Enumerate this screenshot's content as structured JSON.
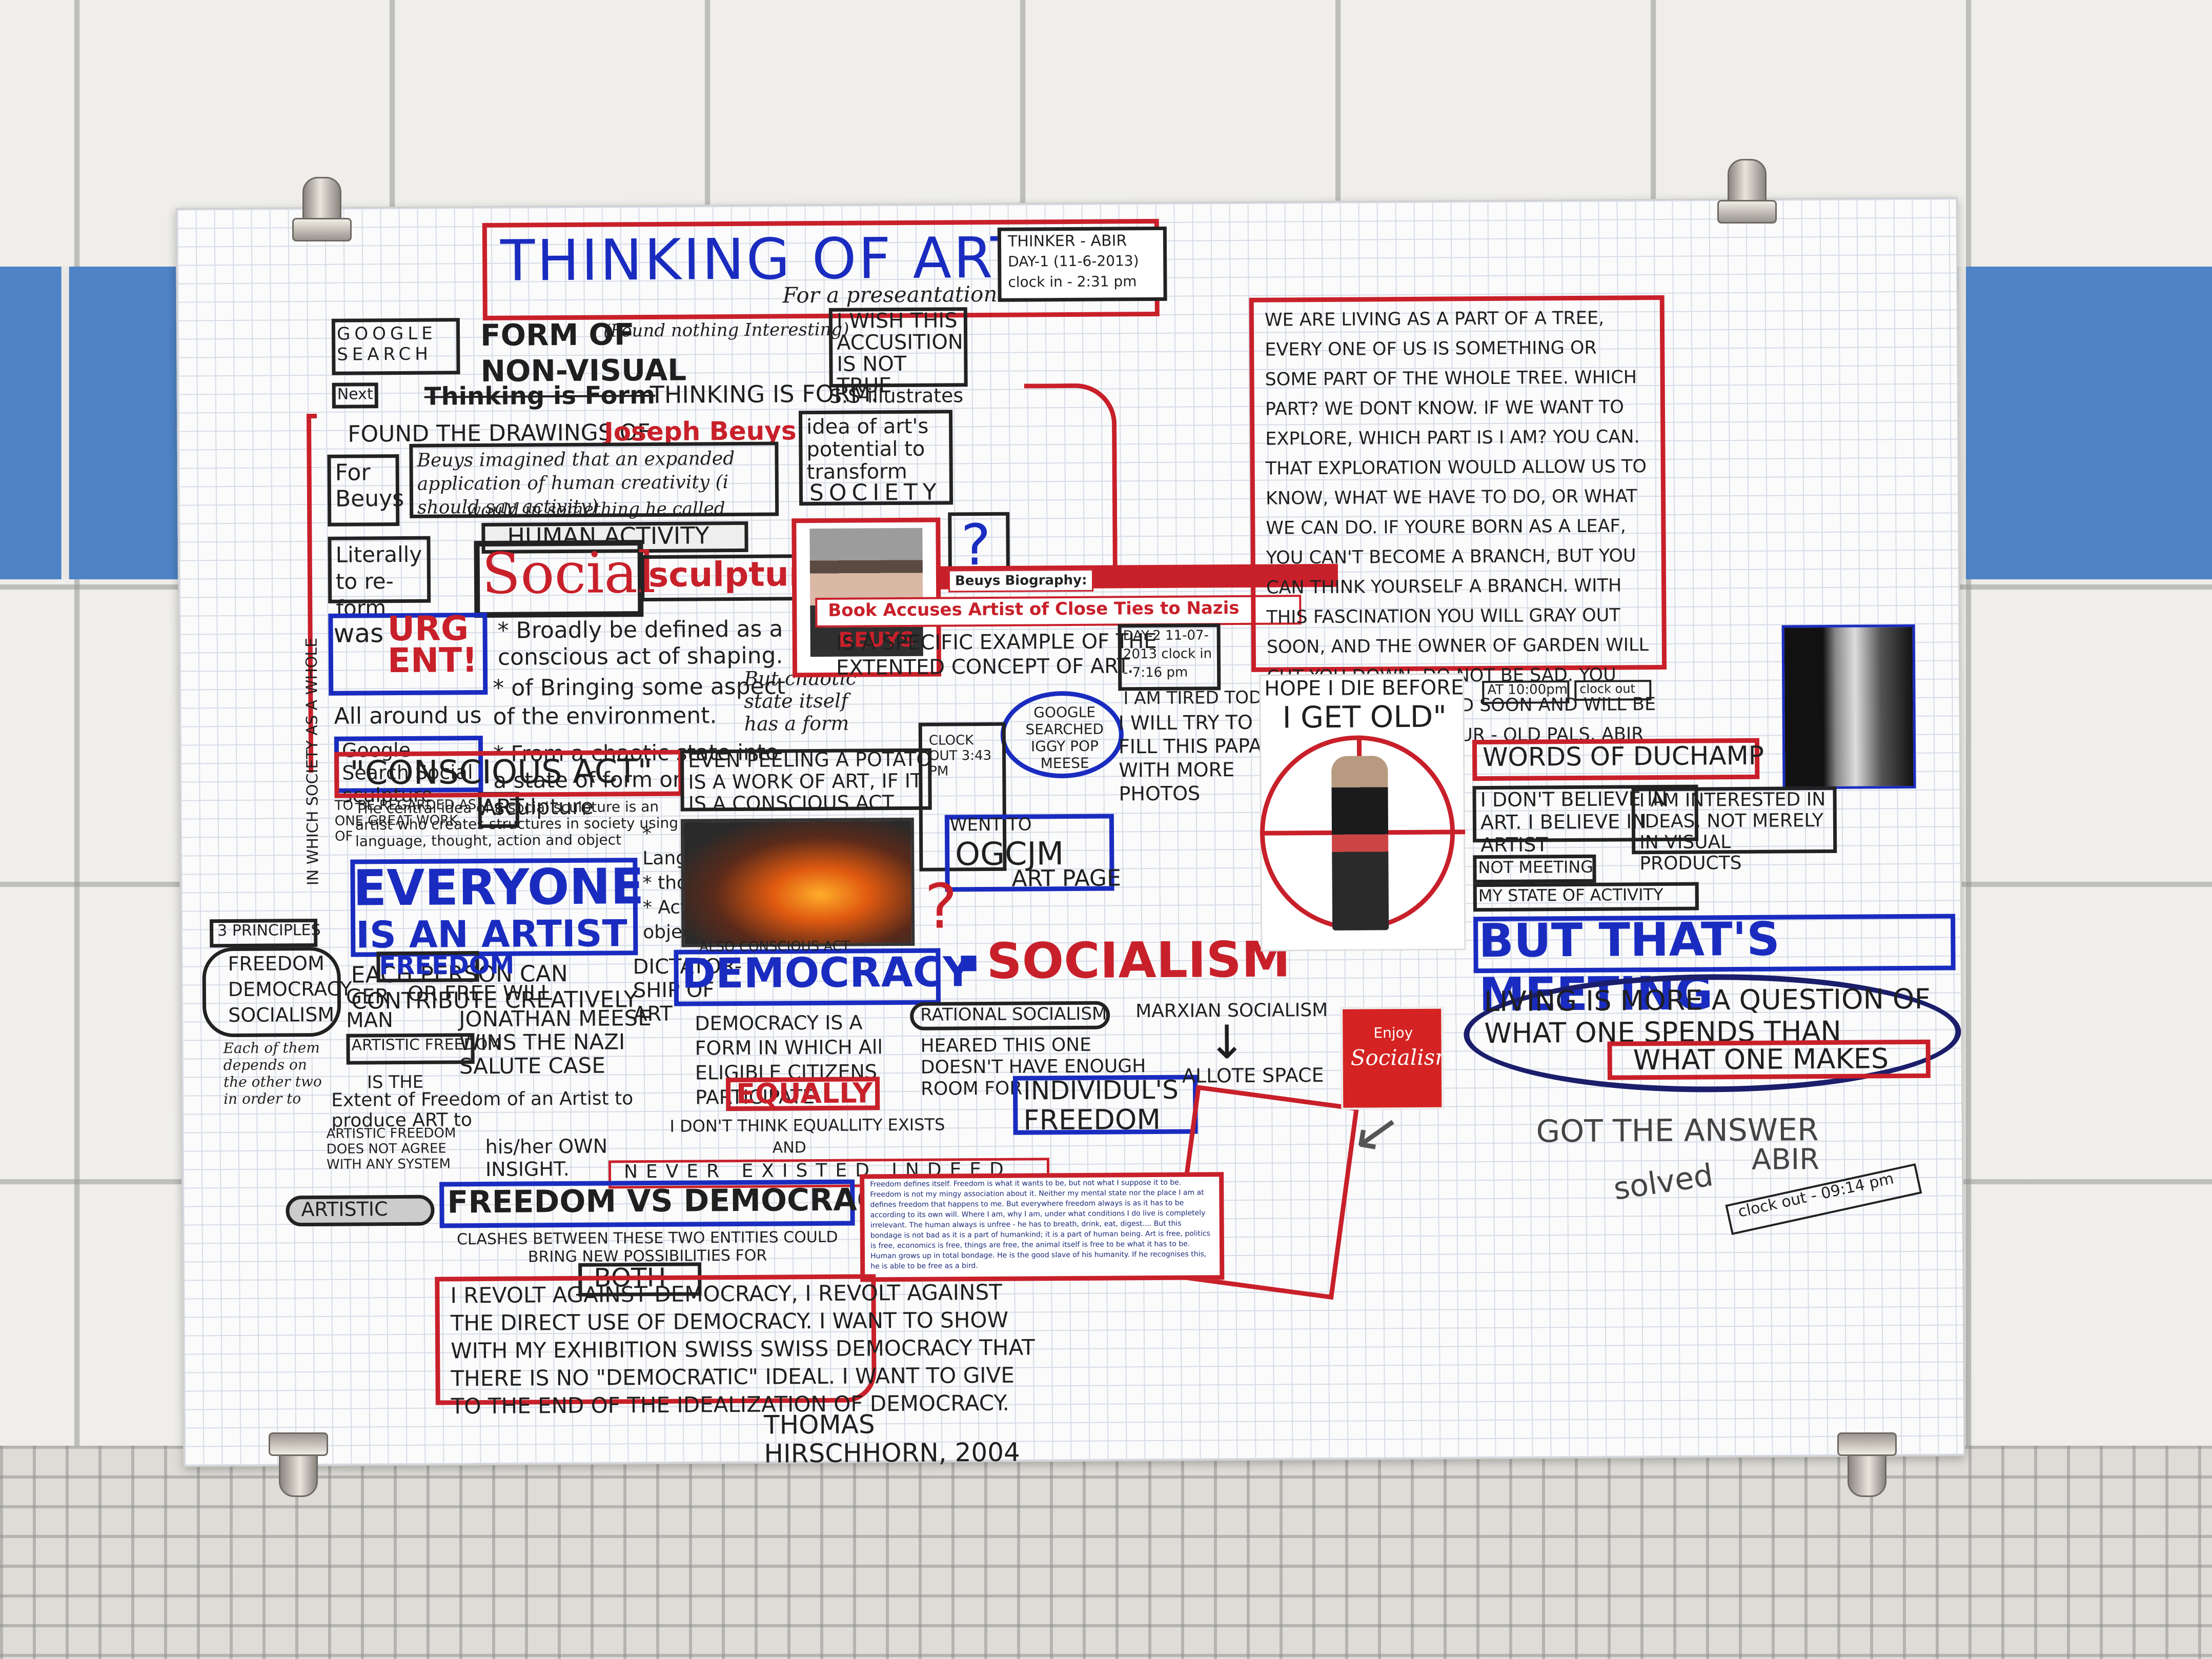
{
  "poster": {
    "title": "THINKING OF ART",
    "subtitle": "For a preseantation",
    "thinker_meta": {
      "line1": "THINKER - ABIR",
      "line2": "DAY-1 (11-6-2013)",
      "line3": "clock in - 2:31 pm"
    },
    "google_search": "GOOGLE SEARCH",
    "form_of": "FORM OF",
    "found_nothing": "(Found nothing Interesting)",
    "non_visual": "NON-VISUAL",
    "next": "Next",
    "thinking_is_form_1": "Thinking is Form",
    "thinking_is_form_2": "THINKING IS FORM.",
    "found_drawings": "FOUND THE DRAWINGS OF",
    "joseph_beuys": "Joseph Beuys",
    "acusition": "I WISH THIS ACCUSITION IS NOT TRUE",
    "ss_illustrates": "S.S-illustrates",
    "idea_potential": "idea of art's potential to transform",
    "society": "SOCIETY",
    "for_beuys": "For Beuys",
    "literally": "Literally to re-form",
    "beuys_imagined": "Beuys imagined that an expanded application of human creativity (i should say activity)",
    "would_in": "would in something he called",
    "human_activity": "HUMAN ACTIVITY",
    "social": "Social",
    "sculpture": "sculpture",
    "was": "was",
    "urgent": "URG ENT!",
    "broadly": "* Broadly be defined as a conscious act of shaping.",
    "bringing": "* of Bringing some aspect of the environment.",
    "all_around": "All around us",
    "google_search_social": "Google Search Social sculpture",
    "chaotic_state": "* From a chaotic state into a state of form or sculpture",
    "but_chaotic": "But chaotic state itself has a form",
    "regarded": "TO BE REGARDED AS ONE GREAT WORK OF",
    "art": "ART",
    "beuys_bio_label": "Beuys Biography:",
    "beuys_book": "Book Accuses Artist of Close Ties to Nazis",
    "beuys_photo_caption": "BEUYS",
    "question": "?",
    "specific_example": "IS A SPECIFIC EXAMPLE OF THE EXTENTED CONCEPT OF ART.",
    "day2": "DAY-2 11-07-2013 clock in - 7:16 pm",
    "google_iggy": "GOOGLE SEARCHED IGGY POP MEESE",
    "tired": "I AM TIRED TODAY",
    "fill_paper": "I WILL TRY TO FILL THIS PAPAR WITH MORE PHOTOS",
    "conscious_act": "\"CONSCIOUS ACT\"",
    "central_idea": "The central idea of a social sculpture is an artist who creates structures in society using language, thought, action and object",
    "everyone": "EVERYONE",
    "is_an_artist": "IS AN ARTIST",
    "each_person": "EACH PERSON CAN CONTRIBUTE CREATIVELY",
    "in_which_society": "IN WHICH SOCIETY AS A WHOLE",
    "peeling_potato": "EVEN PEELING A POTATO IS A WORK OF ART, IF IT IS A CONSCIOUS ACT",
    "clock_strip": "CLOCK OUT 3:43 PM",
    "went_to": "WENT TO",
    "ogcjm": "OGCJM",
    "art_page": "ART PAGE",
    "three_principles": "3 PRINCIPLES",
    "freedom": "FREEDOM",
    "democracy": "DEMOCRACY",
    "socialism": "SOCIALISM",
    "freedom_box": "FREEDOM",
    "or_free_will": "OR FREE WILL",
    "dictatorship": "DICTATOR-SHIP OF ART",
    "language_list": "* Language * thought * Action * object",
    "each_of_them": "Each of them depends on the other two in order to",
    "ger_man": "GER MAN",
    "jonathan": "JONATHAN MEESE WINS THE NAZI SALUTE CASE",
    "artistic_freedom": "ARTISTIC FREEDOM",
    "is_the": "IS THE",
    "extent_of_freedom": "Extent of Freedom of an Artist to produce ART to",
    "his_her_insight": "his/her OWN INSIGHT.",
    "artistic_freedom_2": "ARTISTIC FREEDOM DOES NOT AGREE WITH ANY SYSTEM",
    "democracy_big": "DEMOCRACY",
    "democracy_def": "DEMOCRACY IS A FORM IN WHICH All ELIGIBLE CITIZENS PARTICIPATE",
    "equally": "EQUALLY",
    "dont_think": "I DON'T THINK EQUALLITY EXISTS",
    "and": "AND",
    "never_existed": "NEVER EXISTED INDEED",
    "also_conscious": "ALSO CONSCIOUS ACT",
    "socialism_big": "SOCIALISM",
    "rational_socialism": "RATIONAL SOCIALISM",
    "marxian": "MARXIAN SOCIALISM",
    "heared": "HEARED THIS ONE DOESN'T HAVE ENOUGH ROOM FOR",
    "individuls": "INDIVIDUL'S",
    "freedom_2": "FREEDOM",
    "allote_space": "ALLOTE SPACE",
    "socialism_logo_small": "Enjoy",
    "socialism_logo": "Socialism",
    "artistic": "ARTISTIC",
    "freedom_vs": "FREEDOM VS DEMOCRACY",
    "clashes": "CLASHES BETWEEN THESE TWO ENTITIES COULD BRING NEW POSSIBILITIES FOR",
    "both": "BOTH",
    "freedom_text": "Freedom defines itself. Freedom is what it wants to be, but not what I suppose it to be. Freedom is not my mingy association about it. Neither my mental state nor the place I am at defines freedom that happens to me. But everywhere freedom always is as it has to be according to its own will. Where I am, why I am, under what conditions I do live is completely irrelevant. The human always is unfree - he has to breath, drink, eat, digest.... But this bondage is not bad as it is a part of humankind; it is a part of human being. Art is free, politics is free, economics is free, things are free, the animal itself is free to be what it has to be. Human grows up in total bondage. He is the good slave of his humanity. If he recognises this, he is able to be free as a bird.",
    "revolt": "I REVOLT AGAINST DEMOCRACY, I REVOLT AGAINST THE DIRECT USE OF DEMOCRACY. I WANT TO SHOW WITH MY EXHIBITION SWISS SWISS DEMOCRACY THAT THERE IS NO \"DEMOCRATIC\" IDEAL. I WANT TO GIVE TO THE END OF THE IDEALIZATION OF DEMOCRACY.",
    "thomas": "THOMAS HIRSCHHORN, 2004",
    "tree_text": "WE ARE LIVING AS A PART OF A TREE, EVERY ONE OF US IS SOMETHING OR SOME PART OF THE WHOLE TREE. WHICH PART? WE DONT KNOW. IF WE WANT TO EXPLORE, WHICH PART IS I AM? YOU CAN. THAT EXPLORATION WOULD ALLOW US TO KNOW, WHAT WE HAVE TO DO, OR WHAT WE CAN DO. IF YOURE BORN AS A LEAF, YOU CAN'T BECOME A BRANCH, BUT YOU CAN THINK YOURSELF A BRANCH. WITH THIS FASCINATION YOU WILL GRAY OUT SOON, AND THE OWNER OF GARDEN WILL CUT YOU DOWN. DO NOT BE SAD. YOU WILL BE DECOMPOSED SOON AND WILL BE THE NUTRIENT OF YOUR - OLD PALS. ABIR",
    "hope_die": "HOPE I DIE BEFORE",
    "i_get_old": "I GET OLD\"",
    "at_time": "AT 10:00pm",
    "clock_out": "clock out",
    "words_duchamp": "WORDS OF DUCHAMP",
    "dont_believe": "I DON'T BELIEVE IN ART. I BELIEVE IN ARTIST",
    "interested": "I AM INTERESTED IN IDEAS, NOT MERELY IN VISUAL PRODUCTS",
    "not_meeting": "NOT MEETING",
    "state_of_activity": "MY STATE OF ACTIVITY",
    "but_thats": "BUT THAT'S MEETING",
    "living_is": "LIVING IS MORE A QUESTION OF WHAT ONE SPENDS THAN",
    "what_one_makes": "WHAT ONE MAKES",
    "got_answer": "GOT THE ANSWER",
    "solved": "solved",
    "abir": "ABIR",
    "clock_out_final": "clock out - 09:14 pm"
  },
  "colors": {
    "red": "#c8202a",
    "blue": "#1a2cbf",
    "black": "#1f1f1f",
    "tile_blue": "#4e83c6"
  }
}
